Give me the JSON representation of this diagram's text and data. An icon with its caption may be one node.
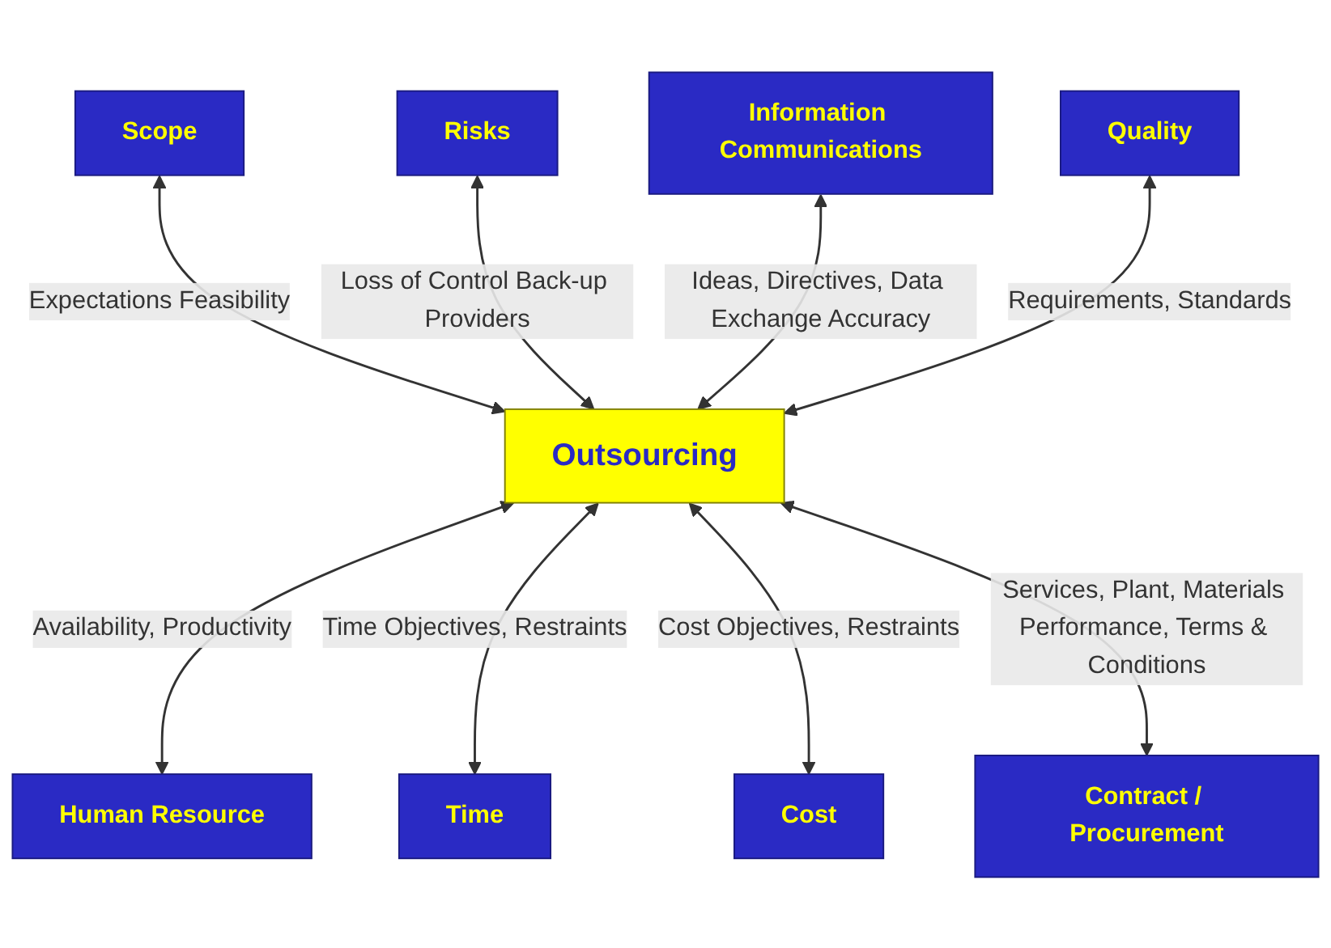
{
  "diagram": {
    "nodes": [
      {
        "text": [
          "Scope"
        ]
      },
      {
        "text": [
          "Risks"
        ]
      },
      {
        "text": [
          "Information Communications"
        ]
      },
      {
        "text": [
          "Quality"
        ]
      },
      {
        "text": [
          "Outsourcing"
        ]
      },
      {
        "text": [
          "Human Resource"
        ]
      },
      {
        "text": [
          "Time"
        ]
      },
      {
        "text": [
          "Cost"
        ]
      },
      {
        "text": [
          "Contract / Procurement"
        ]
      }
    ],
    "edges": [
      {
        "from": 0,
        "to": 4,
        "arrow": "both",
        "label": "Expectations Feasibility"
      },
      {
        "from": 1,
        "to": 4,
        "arrow": "both",
        "label": "Loss of Control Back-up Providers"
      },
      {
        "from": 2,
        "to": 4,
        "arrow": "both",
        "label": "Ideas, Directives, Data Exchange Accuracy"
      },
      {
        "from": 3,
        "to": 4,
        "arrow": "both",
        "label": "Requirements, Standards"
      },
      {
        "from": 4,
        "to": 5,
        "arrow": "both",
        "label": "Availability, Productivity"
      },
      {
        "from": 4,
        "to": 6,
        "arrow": "both",
        "label": "Time Objectives, Restraints"
      },
      {
        "from": 4,
        "to": 7,
        "arrow": "both",
        "label": "Cost Objectives, Restraints"
      },
      {
        "from": 4,
        "to": 8,
        "arrow": "both",
        "label": "Services, Plant, Materials Performance, Terms & Conditions"
      }
    ]
  }
}
